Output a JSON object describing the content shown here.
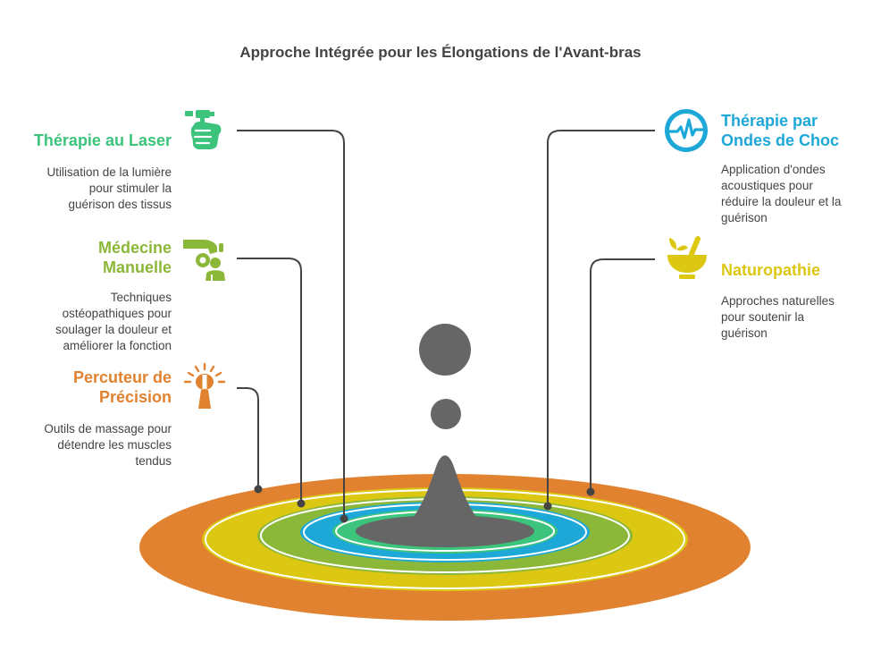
{
  "title": "Approche Intégrée pour les Élongations de l'Avant-bras",
  "colors": {
    "laser": "#3cc47c",
    "manual": "#8cb83a",
    "percussion": "#e0822f",
    "shockwave": "#1ea8d8",
    "naturopathy": "#dcc712",
    "center": "#666666",
    "connector": "#444444"
  },
  "items": {
    "laser": {
      "heading": "Thérapie au Laser",
      "desc_lines": [
        "Utilisation de la lumière",
        "pour stimuler la",
        "guérison des tissus"
      ],
      "icon": "laser-hand-icon"
    },
    "manual": {
      "heading_lines": [
        "Médecine",
        "Manuelle"
      ],
      "desc_lines": [
        "Techniques",
        "ostéopathiques pour",
        "soulager la douleur et",
        "améliorer la fonction"
      ],
      "icon": "manual-therapy-icon"
    },
    "percussion": {
      "heading_lines": [
        "Percuteur de",
        "Précision"
      ],
      "desc_lines": [
        "Outils de massage pour",
        "détendre les muscles",
        "tendus"
      ],
      "icon": "percussion-gun-icon"
    },
    "shockwave": {
      "heading_lines": [
        "Thérapie par",
        "Ondes de Choc"
      ],
      "desc_lines": [
        "Application d'ondes",
        "acoustiques pour",
        "réduire la douleur et la",
        "guérison"
      ],
      "icon": "waveform-icon"
    },
    "naturopathy": {
      "heading": "Naturopathie",
      "desc_lines": [
        "Approches naturelles",
        "pour soutenir la",
        "guérison"
      ],
      "icon": "mortar-pestle-icon"
    }
  }
}
